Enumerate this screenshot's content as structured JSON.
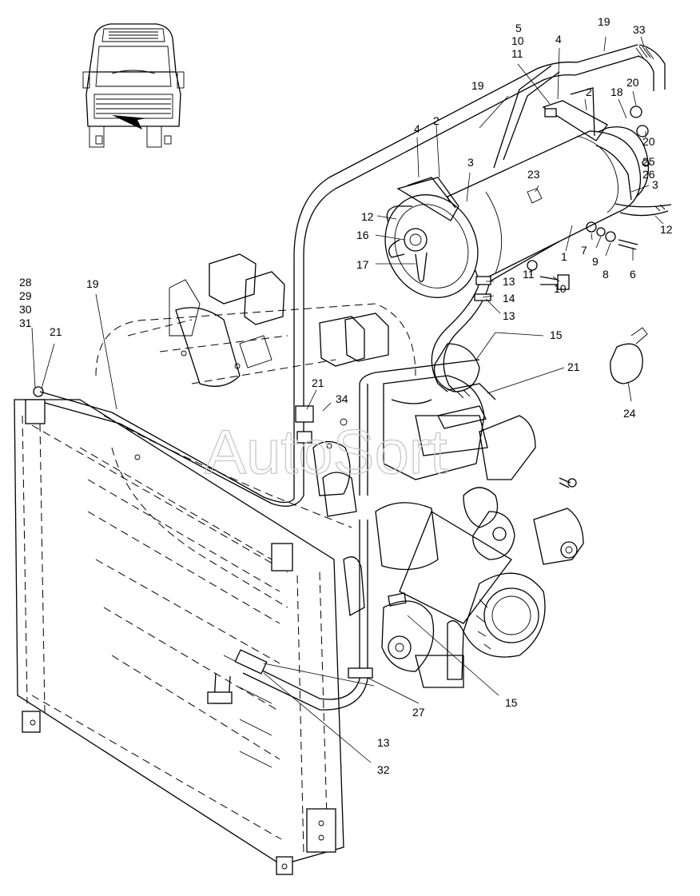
{
  "watermark": "AutoSort",
  "callouts": [
    {
      "id": "c1",
      "text": "1"
    },
    {
      "id": "c2a",
      "text": "2"
    },
    {
      "id": "c2b",
      "text": "2"
    },
    {
      "id": "c3a",
      "text": "3"
    },
    {
      "id": "c3b",
      "text": "3"
    },
    {
      "id": "c4a",
      "text": "4"
    },
    {
      "id": "c4b",
      "text": "4"
    },
    {
      "id": "c5",
      "text": "5"
    },
    {
      "id": "c6",
      "text": "6"
    },
    {
      "id": "c7",
      "text": "7"
    },
    {
      "id": "c8",
      "text": "8"
    },
    {
      "id": "c9",
      "text": "9"
    },
    {
      "id": "c10a",
      "text": "10"
    },
    {
      "id": "c10b",
      "text": "10"
    },
    {
      "id": "c11a",
      "text": "11"
    },
    {
      "id": "c11b",
      "text": "11"
    },
    {
      "id": "c12a",
      "text": "12"
    },
    {
      "id": "c12b",
      "text": "12"
    },
    {
      "id": "c13a",
      "text": "13"
    },
    {
      "id": "c13b",
      "text": "13"
    },
    {
      "id": "c13c",
      "text": "13"
    },
    {
      "id": "c14",
      "text": "14"
    },
    {
      "id": "c15a",
      "text": "15"
    },
    {
      "id": "c15b",
      "text": "15"
    },
    {
      "id": "c16",
      "text": "16"
    },
    {
      "id": "c17",
      "text": "17"
    },
    {
      "id": "c18",
      "text": "18"
    },
    {
      "id": "c19a",
      "text": "19"
    },
    {
      "id": "c19b",
      "text": "19"
    },
    {
      "id": "c19c",
      "text": "19"
    },
    {
      "id": "c20a",
      "text": "20"
    },
    {
      "id": "c20b",
      "text": "20"
    },
    {
      "id": "c21a",
      "text": "21"
    },
    {
      "id": "c21b",
      "text": "21"
    },
    {
      "id": "c21c",
      "text": "21"
    },
    {
      "id": "c23",
      "text": "23"
    },
    {
      "id": "c24",
      "text": "24"
    },
    {
      "id": "c25",
      "text": "25"
    },
    {
      "id": "c26",
      "text": "26"
    },
    {
      "id": "c27",
      "text": "27"
    },
    {
      "id": "c28",
      "text": "28"
    },
    {
      "id": "c29",
      "text": "29"
    },
    {
      "id": "c30",
      "text": "30"
    },
    {
      "id": "c31",
      "text": "31"
    },
    {
      "id": "c32",
      "text": "32"
    },
    {
      "id": "c33",
      "text": "33"
    },
    {
      "id": "c34",
      "text": "34"
    }
  ]
}
